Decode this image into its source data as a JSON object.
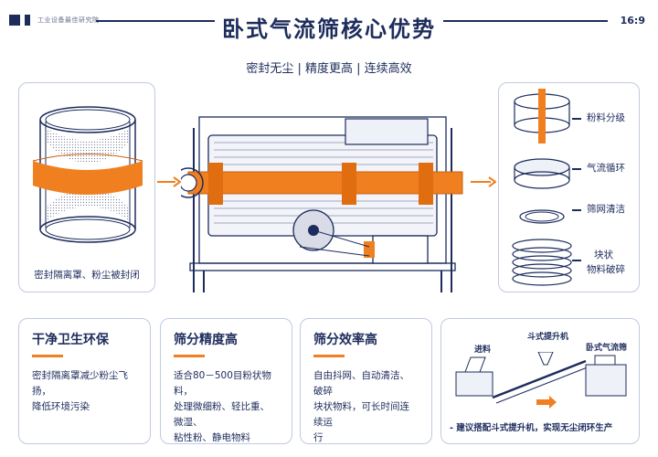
{
  "header": {
    "brand": "工业设备最佳研究院",
    "title": "卧式气流筛核心优势",
    "ratio": "16:9",
    "subtitle": "密封无尘 | 精度更高 | 连续高效"
  },
  "left_panel": {
    "caption": "密封隔离罩、粉尘被封闭"
  },
  "right_panel": {
    "parts": [
      "粉料分级",
      "气流循环",
      "筛网清洁",
      "块状",
      "物料破碎"
    ]
  },
  "cards": [
    {
      "title": "干净卫生环保",
      "lines": [
        "密封隔离罩减少粉尘飞扬，",
        "降低环境污染"
      ]
    },
    {
      "title": "筛分精度高",
      "lines": [
        "适合80－500目粉状物料，",
        "处理微细粉、轻比重、微湿、",
        "粘性粉、静电物料"
      ]
    },
    {
      "title": "筛分效率高",
      "lines": [
        "自由抖网、自动清洁、破碎",
        "块状物料，可长时间连续运",
        "行"
      ]
    }
  ],
  "flow_card": {
    "labels": [
      "进料",
      "斗式提升机",
      "卧式气流筛"
    ],
    "note": "- 建议搭配斗式提升机，实现无尘闭环生产"
  },
  "colors": {
    "navy": "#1d2c5c",
    "orange": "#f07f20",
    "border": "#bfc9e0"
  }
}
